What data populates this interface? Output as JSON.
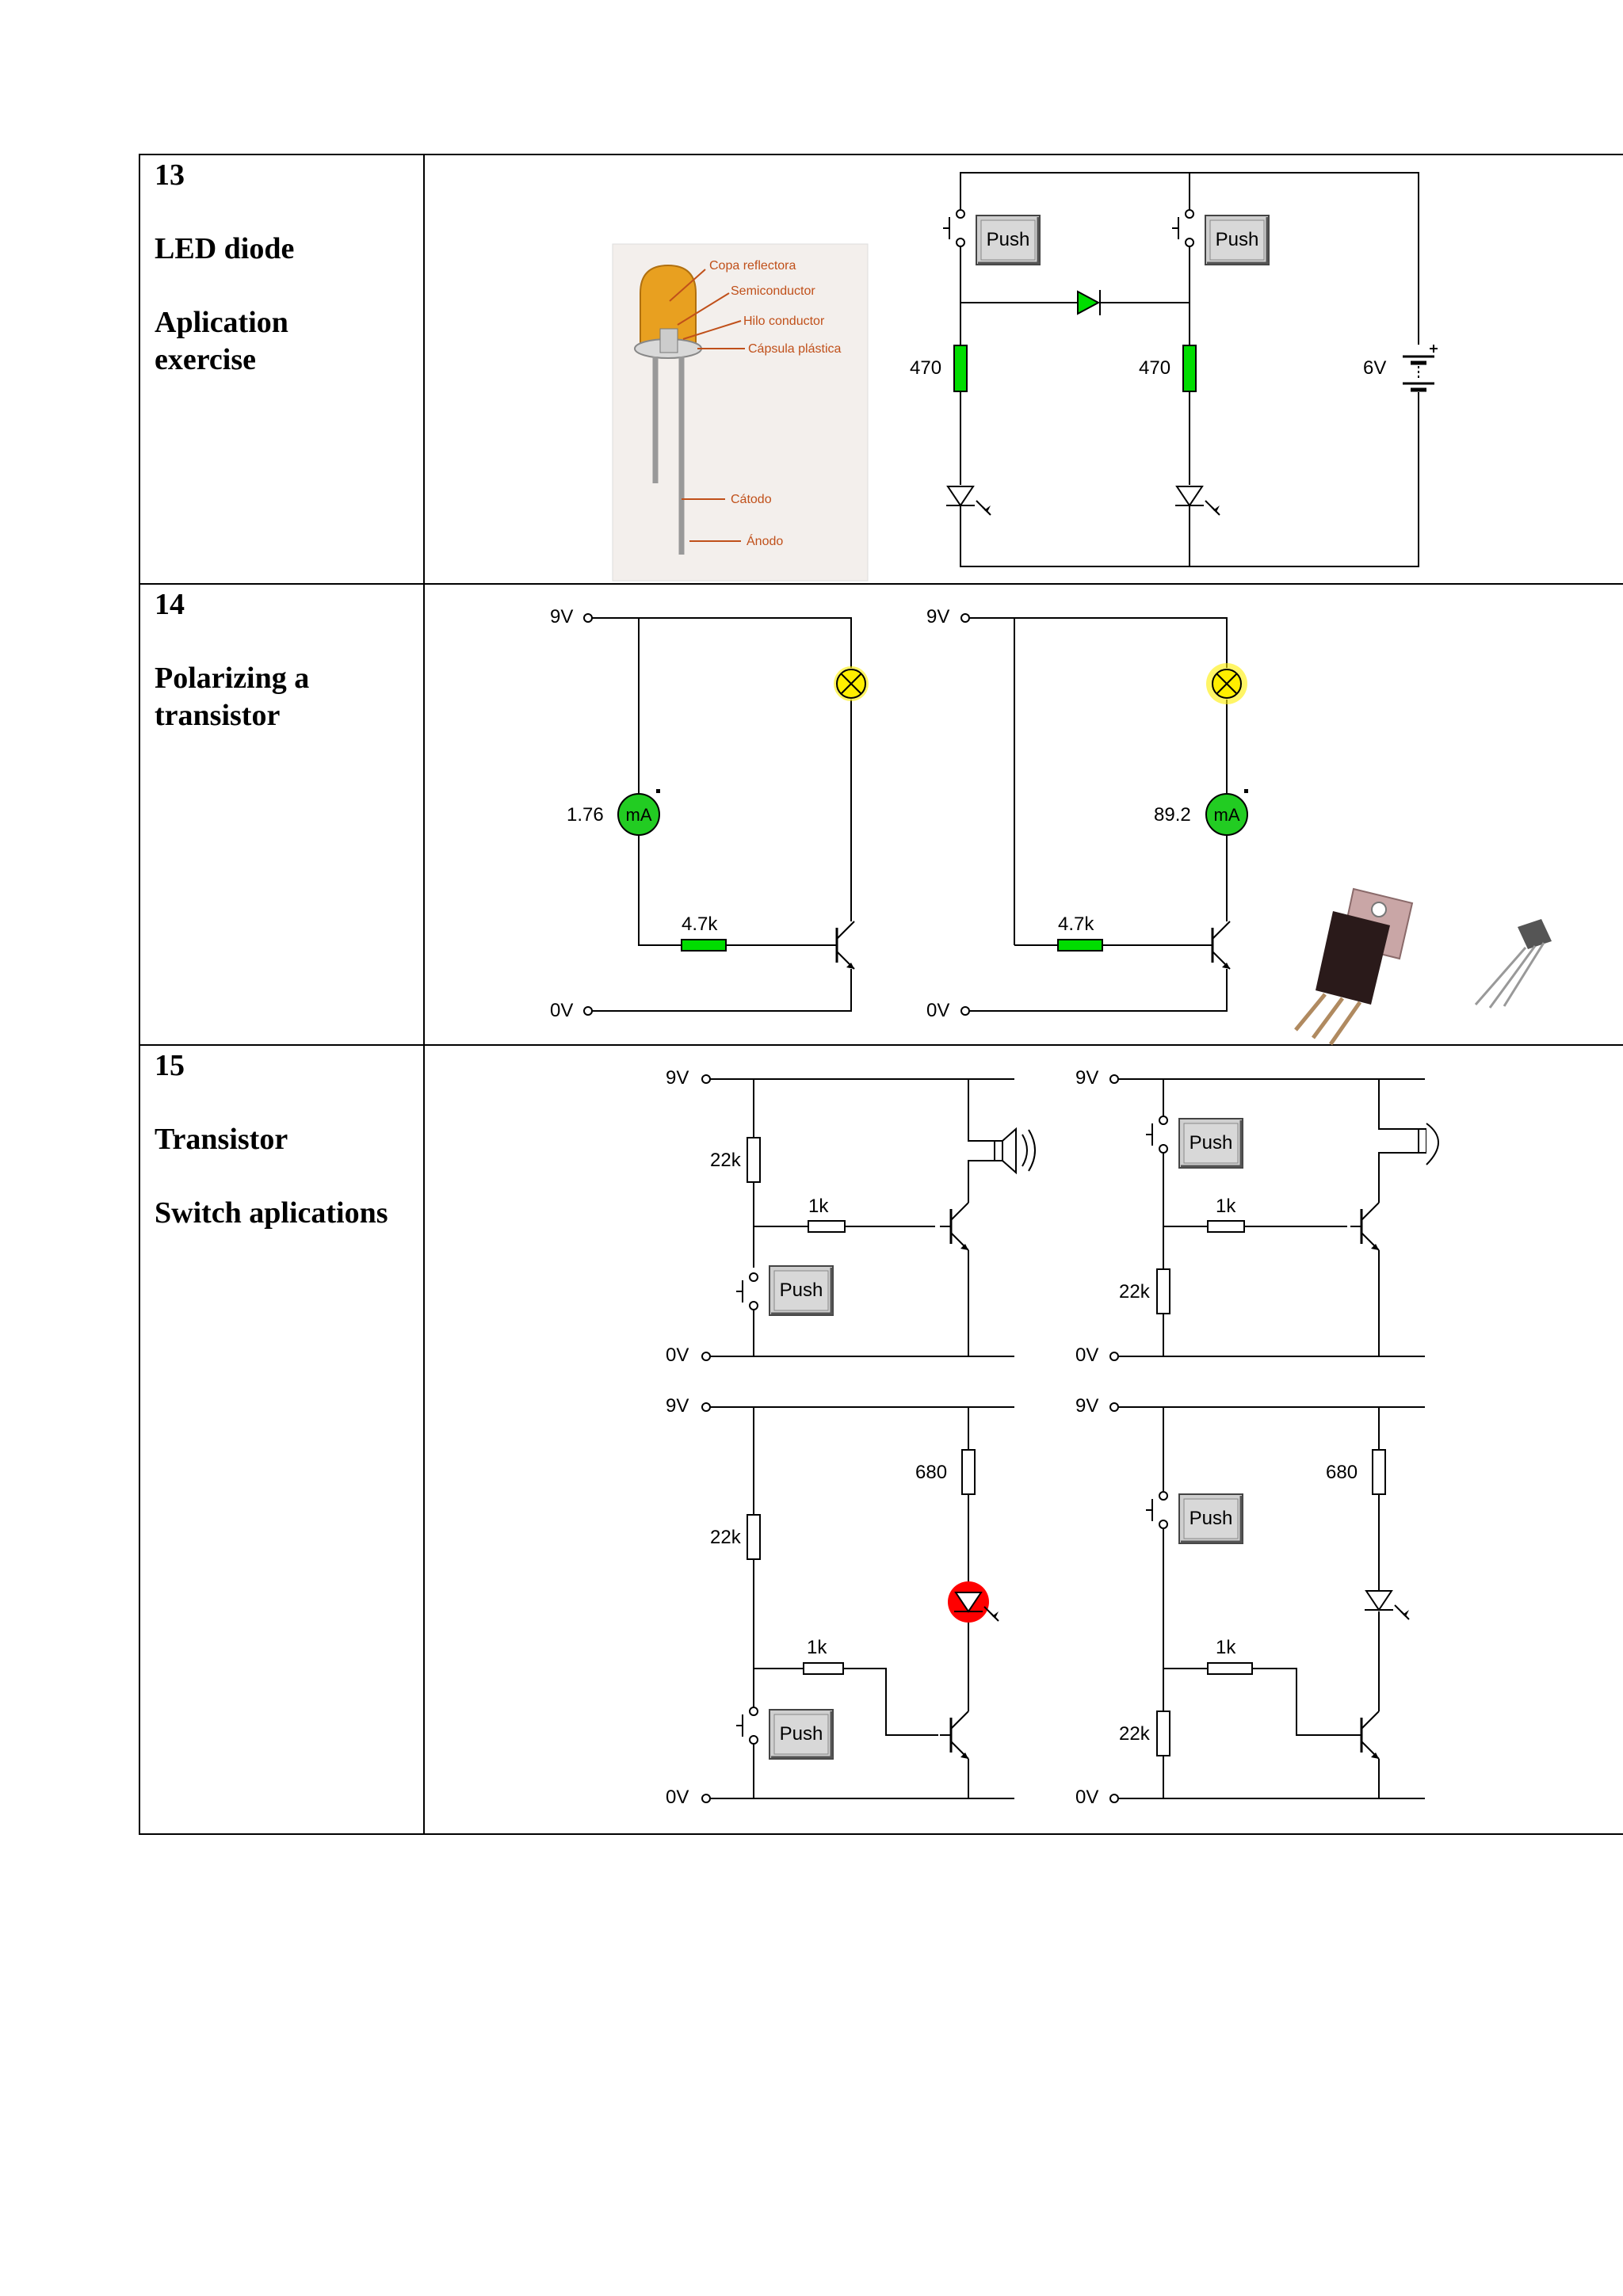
{
  "rows": [
    {
      "number": "13",
      "title": "LED diode",
      "subtitle_line1": "Aplication",
      "subtitle_line2": "exercise",
      "photo_labels": [
        "Copa reflectora",
        "Semiconductor",
        "Hilo conductor",
        "Cápsula plástica",
        "Cátodo",
        "Ánodo"
      ],
      "circuit": {
        "push_label": "Push",
        "resistor_left": "470",
        "resistor_right": "470",
        "battery": "6V"
      }
    },
    {
      "number": "14",
      "title_line1": "Polarizing a",
      "title_line2": "transistor",
      "circuit_left": {
        "supply": "9V",
        "ground": "0V",
        "meter_value": "1.76",
        "meter_unit": "mA",
        "resistor": "4.7k"
      },
      "circuit_right": {
        "supply": "9V",
        "ground": "0V",
        "meter_value": "89.2",
        "meter_unit": "mA",
        "resistor": "4.7k"
      }
    },
    {
      "number": "15",
      "title": "Transistor",
      "subtitle": "Switch aplications",
      "circuits": {
        "supply": "9V",
        "ground": "0V",
        "push_label": "Push",
        "r_bias": "22k",
        "r_base": "1k",
        "r_led": "680"
      }
    }
  ],
  "colors": {
    "resistor_green": "#00dd00",
    "lamp_yellow": "#ffee00",
    "meter_green": "#22cc22",
    "led_red": "#ff0000",
    "led_photo_orange": "#e8a020",
    "label_orange": "#c0501a"
  }
}
